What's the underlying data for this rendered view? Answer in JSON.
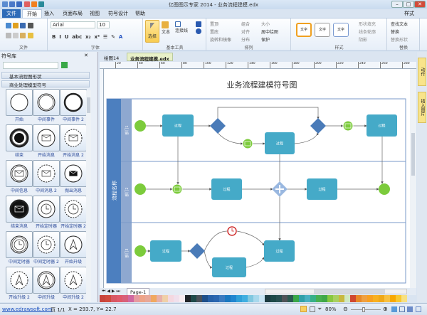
{
  "window": {
    "title": "亿图图示专家 2014 - 业务流程建模.edx",
    "minimize": "–",
    "maximize": "□",
    "close": "✕"
  },
  "ribbon_tabs": [
    {
      "label": "文件"
    },
    {
      "label": "开始"
    },
    {
      "label": "插入"
    },
    {
      "label": "页面布局"
    },
    {
      "label": "视图"
    },
    {
      "label": "符号设计"
    },
    {
      "label": "帮助"
    }
  ],
  "style_menu": "样式",
  "groups": {
    "file": "文件",
    "font": "字体",
    "basic_tools": "基本工具",
    "arrange": "排列",
    "styles": "样式",
    "replace": "替换"
  },
  "font": {
    "name": "Arial",
    "size": "10"
  },
  "tools": {
    "select": "选择",
    "text": "文本",
    "connector": "连接线"
  },
  "arrange": {
    "top": "置顶",
    "bottom": "置底",
    "rotate": "旋转和镜像",
    "group": "组合",
    "align": "对齐",
    "distribute": "分布",
    "size": "大小",
    "center": "居中绘图",
    "protect": "保护"
  },
  "style_presets": [
    "文字",
    "文字",
    "文字"
  ],
  "style_opts": {
    "fill": "形状填充",
    "line": "线条轮廓",
    "shadow": "阴影"
  },
  "replace": {
    "find": "查找文本",
    "replace": "替换",
    "replace_shape": "替换形状"
  },
  "library": {
    "title": "符号库",
    "sections": [
      "基本流程图形状",
      "商业处理模型符号"
    ],
    "symbols": [
      {
        "label": "开始",
        "kind": "thin"
      },
      {
        "label": "中间事件",
        "kind": "double"
      },
      {
        "label": "中间事件 2",
        "kind": "thick"
      },
      {
        "label": "结束",
        "kind": "end"
      },
      {
        "label": "开始消息",
        "kind": "msg"
      },
      {
        "label": "开始消息 2",
        "kind": "msgdash"
      },
      {
        "label": "中间信息",
        "kind": "msgd"
      },
      {
        "label": "中间消息 2",
        "kind": "msgdash"
      },
      {
        "label": "抛出消息",
        "kind": "msgblack"
      },
      {
        "label": "结束消息",
        "kind": "endmsg"
      },
      {
        "label": "开始定时器",
        "kind": "timer"
      },
      {
        "label": "开始定时器 2",
        "kind": "timerdash"
      },
      {
        "label": "中间定时器",
        "kind": "timerd"
      },
      {
        "label": "中间定时器 2",
        "kind": "timerdash"
      },
      {
        "label": "开始升级",
        "kind": "esc"
      },
      {
        "label": "开始升级 2",
        "kind": "escdash"
      },
      {
        "label": "中间升级",
        "kind": "escd"
      },
      {
        "label": "中间升级 2",
        "kind": "escdash"
      }
    ]
  },
  "doc_tabs": [
    {
      "label": "绘图14"
    },
    {
      "label": "业务流程建模.edx"
    }
  ],
  "ruler": [
    "20",
    "40",
    "60",
    "80",
    "100",
    "120",
    "140",
    "160",
    "180",
    "200",
    "220",
    "240",
    "260",
    "280"
  ],
  "diagram": {
    "title": "业务流程建模符号图",
    "pool": "流程名称",
    "lanes": [
      "部门1",
      "部门2",
      "部门3"
    ],
    "task": "过程"
  },
  "page_tab": "Page-1",
  "right_panel": [
    "动作",
    "插入图片"
  ],
  "status": {
    "site": "www.edrawsoft.com",
    "page": "页 1/1",
    "coords": "X = 293.7, Y= 22.7",
    "zoom": "80%"
  },
  "colors": {
    "accent": "#4a7fc0",
    "task": "#45aac8",
    "start": "#7ccb3c",
    "gateway": "#4a7bb8",
    "pool": "#4c7fbf",
    "lane": "#8ea8d0"
  },
  "palette": [
    "#c8443a",
    "#d04a3c",
    "#d85864",
    "#e05a6a",
    "#d8607a",
    "#d068a0",
    "#e69aa0",
    "#eea488",
    "#e8a898",
    "#f0a860",
    "#e8b0a8",
    "#f0d0a8",
    "#f4d8e0",
    "#f0e0ec",
    "#f8ecf0",
    "#202428",
    "#1f4a4a",
    "#4a5058",
    "#1e4f8a",
    "#2660a8",
    "#2a66b0",
    "#3a7ac0",
    "#1a78c0",
    "#2086d0",
    "#30a0d8",
    "#40aee0",
    "#80c8e0",
    "#a8d8ec",
    "#c8e4f4",
    "#1c3a40",
    "#1e4a48",
    "#285050",
    "#505458",
    "#2a5a50",
    "#3aa848",
    "#30a0a8",
    "#48b0c0",
    "#38b088",
    "#48b050",
    "#40a848",
    "#88c840",
    "#a8d060",
    "#c8b840",
    "#d0e8c0",
    "#d04830",
    "#e88828",
    "#f0a040",
    "#f8a020",
    "#f8b020",
    "#f0a818",
    "#f8c040",
    "#f8a800",
    "#f8c830",
    "#f8e080"
  ]
}
